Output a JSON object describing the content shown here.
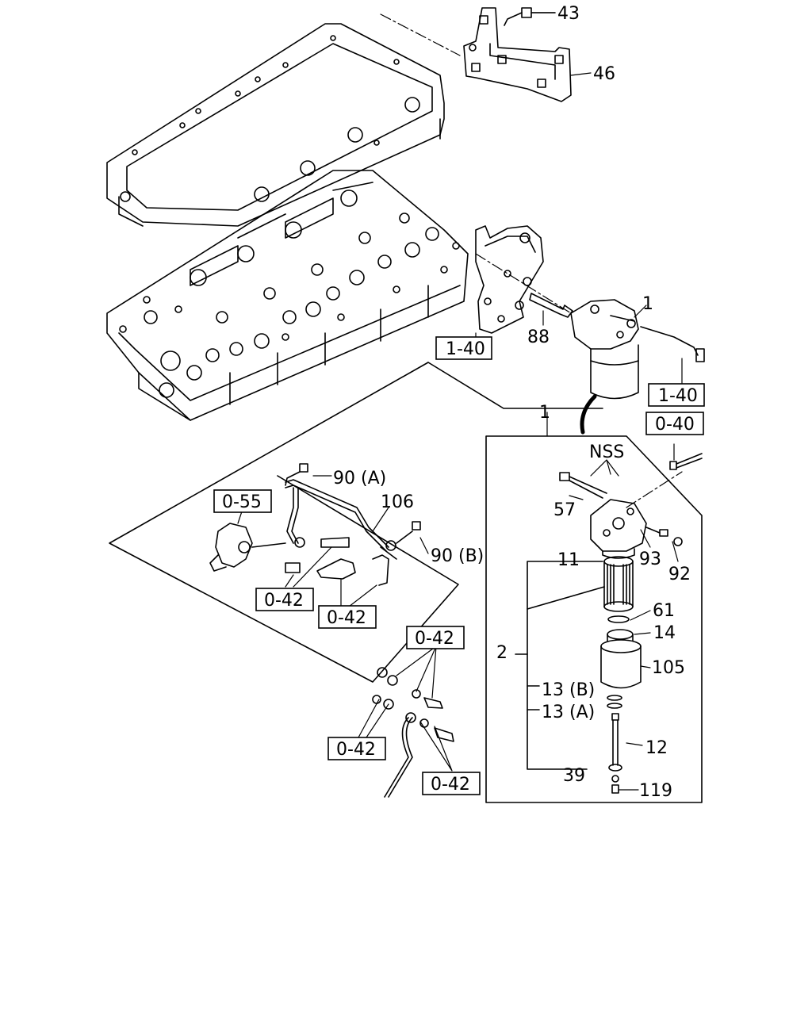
{
  "diagram": {
    "parts": {
      "p43": "43",
      "p46": "46",
      "p1_top": "1",
      "p88": "88",
      "p1_detail": "1",
      "nss": "NSS",
      "p57": "57",
      "p93": "93",
      "p92": "92",
      "p11": "11",
      "p61": "61",
      "p14": "14",
      "p2": "2",
      "p105": "105",
      "p13b": "13 (B)",
      "p13a": "13 (A)",
      "p12": "12",
      "p39": "39",
      "p119": "119",
      "p90a": "90 (A)",
      "p106": "106",
      "p90b": "90 (B)"
    },
    "refs": {
      "r140_a": "1-40",
      "r140_b": "1-40",
      "r040": "0-40",
      "r055": "0-55",
      "r042_a": "0-42",
      "r042_b": "0-42",
      "r042_c": "0-42",
      "r042_d": "0-42",
      "r042_e": "0-42"
    }
  }
}
